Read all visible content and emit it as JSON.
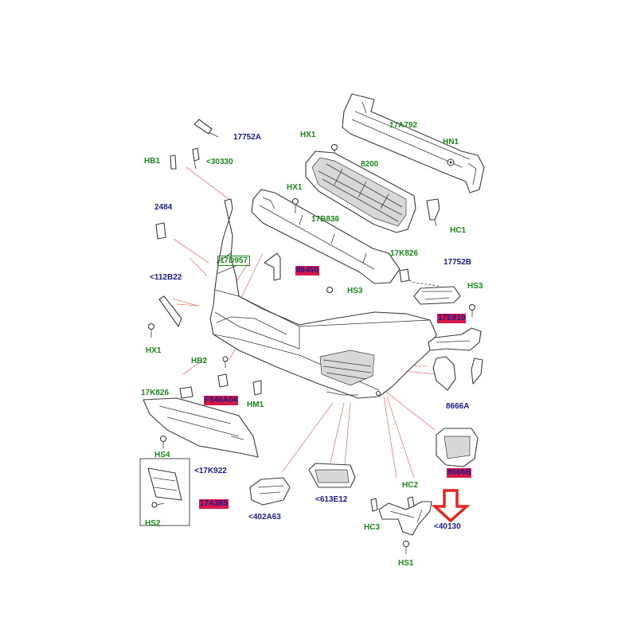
{
  "colors": {
    "label_green": "#1a8a1a",
    "label_navy": "#1a1a8c",
    "highlight_red": "#d9184a",
    "leader_red": "#f07a7a",
    "arrow_red": "#e8251f"
  },
  "labels": {
    "l_17752A": "17752A",
    "l_HB1": "HB1",
    "l_30330": "<30330",
    "l_HX1_top": "HX1",
    "l_17A792": "17A792",
    "l_HN1": "HN1",
    "l_8200": "8200",
    "l_HX1_mid": "HX1",
    "l_2484": "2484",
    "l_17B836": "17B836",
    "l_HC1": "HC1",
    "l_17D957": "17D957",
    "l_86450": "86450",
    "l_17K826_top": "17K826",
    "l_17752B": "17752B",
    "l_112B22": "<112B22",
    "l_HS3_top": "HS3",
    "l_HS3_mid": "HS3",
    "l_17E810": "17E810",
    "l_HX1_low": "HX1",
    "l_HB2": "HB2",
    "l_17K826_low": "17K826",
    "l_F846A04": "F846A04",
    "l_HM1": "HM1",
    "l_8666A": "8666A",
    "l_HS4": "HS4",
    "l_17K922": "<17K922",
    "l_8666B": "8666B",
    "l_HC2": "HC2",
    "l_613E12": "<613E12",
    "l_17A385": "17A385",
    "l_402A63": "<402A63",
    "l_HC3": "HC3",
    "l_40130": "<40130",
    "l_HS2": "HS2",
    "l_HS1": "HS1"
  }
}
